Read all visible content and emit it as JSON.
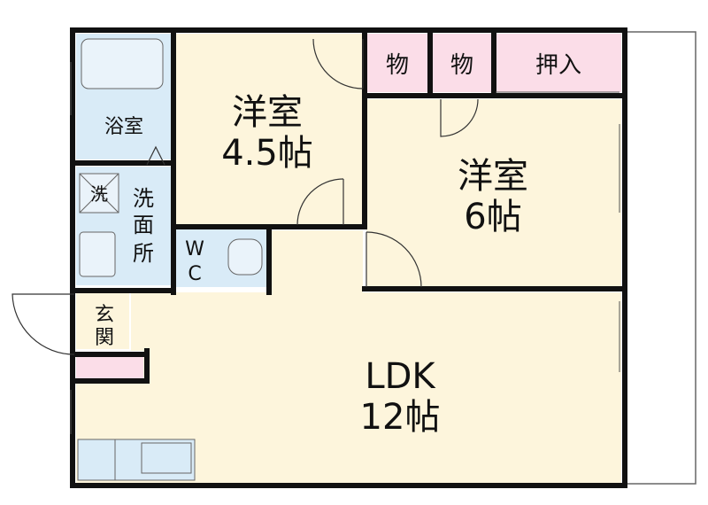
{
  "rooms": {
    "bath": "浴室",
    "washroom": [
      "洗",
      "面",
      "所"
    ],
    "washer": "洗",
    "wc": [
      "W",
      "C"
    ],
    "entrance": [
      "玄",
      "関"
    ],
    "storage1": "物",
    "storage2": "物",
    "closet": "押入",
    "western_small": {
      "name": "洋室",
      "size": "4.5帖"
    },
    "western_large": {
      "name": "洋室",
      "size": "6帖"
    },
    "ldk": {
      "name": "LDK",
      "size": "12帖"
    }
  },
  "colors": {
    "wet_area": "#d9ebf7",
    "room": "#fdf5dc",
    "storage": "#fbdde8",
    "wall": "#111111",
    "balcony_outline": "#666666"
  }
}
